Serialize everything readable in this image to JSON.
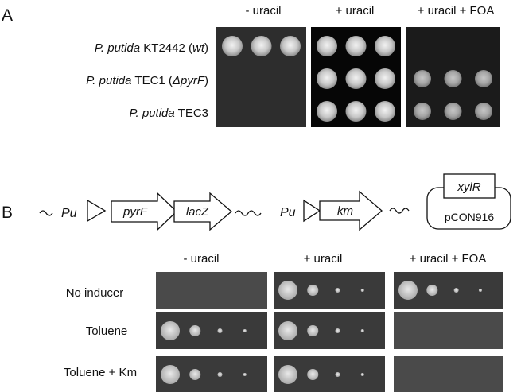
{
  "panel_a": {
    "letter": "A",
    "columns": [
      "- uracil",
      "+ uracil",
      "+ uracil + FOA"
    ],
    "strains": [
      {
        "genus": "P. putida",
        "name": "KT2442 (",
        "note": "wt",
        "tail": ")",
        "growth": [
          [
            1,
            1,
            1
          ],
          [
            1,
            1,
            1
          ],
          [
            0,
            0,
            0
          ]
        ]
      },
      {
        "genus": "P. putida",
        "name": "TEC1 (",
        "note": "ΔpyrF",
        "tail": ")",
        "growth": [
          [
            0,
            0,
            0
          ],
          [
            1,
            1,
            1
          ],
          [
            1,
            1,
            1
          ]
        ]
      },
      {
        "genus": "P. putida",
        "name": "TEC3",
        "note": "",
        "tail": "",
        "growth": [
          [
            0,
            0,
            0
          ],
          [
            1,
            1,
            1
          ],
          [
            1,
            1,
            1
          ]
        ]
      }
    ]
  },
  "panel_b": {
    "letter": "B",
    "construct": {
      "promoter1": "Pu",
      "gene1": "pyrF",
      "gene2": "lacZ",
      "promoter2": "Pu",
      "gene3": "km",
      "plasmid_gene": "xylR",
      "plasmid_name": "pCON916"
    },
    "columns": [
      "- uracil",
      "+ uracil",
      "+ uracil + FOA"
    ],
    "conditions": [
      "No inducer",
      "Toluene",
      "Toluene + Km"
    ],
    "growth": [
      [
        0,
        1,
        1
      ],
      [
        1,
        1,
        0
      ],
      [
        1,
        1,
        0
      ]
    ]
  }
}
